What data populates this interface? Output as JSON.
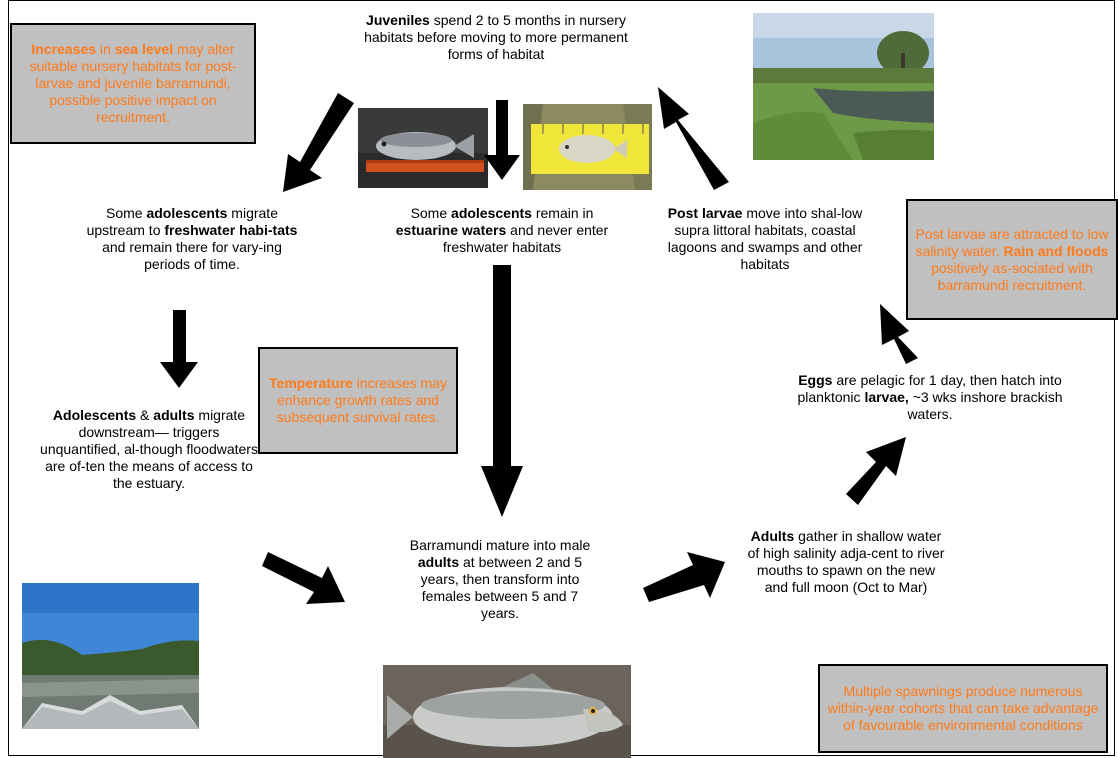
{
  "nodes": {
    "juveniles": {
      "bold": "Juveniles",
      "rest": " spend 2 to 5 months in nursery habitats before moving to more permanent forms of habitat"
    },
    "adolescents_fresh": {
      "p1": "Some ",
      "b1": "adolescents",
      "p2": " migrate upstream to ",
      "b2": "freshwater habi-tats",
      "p3": " and remain there for vary-ing periods of time."
    },
    "adolescents_estuarine": {
      "p1": "Some ",
      "b1": "adolescents",
      "p2": " remain in ",
      "b2": "estuarine waters",
      "p3": " and never enter freshwater habitats"
    },
    "post_larvae": {
      "bold": "Post larvae",
      "rest": " move into shal-low supra littoral habitats, coastal lagoons and swamps and other habitats"
    },
    "downstream": {
      "b1": "Adolescents",
      "p1": " & ",
      "b2": "adults",
      "p2": " migrate downstream— triggers unquantified, al-though floodwaters are of-ten the means of access to the estuary."
    },
    "mature": {
      "p1": "Barramundi mature into male ",
      "b1": "adults",
      "p2": " at between 2 and 5 years, then transform into females between 5 and 7 years."
    },
    "eggs": {
      "b1": "Eggs",
      "p1": " are pelagic for 1 day, then hatch into planktonic ",
      "b2": "larvae,",
      "p2": " ~3 wks inshore  brackish waters."
    },
    "adults_gather": {
      "b1": "Adults",
      "p1": " gather in shallow water of high salinity adja-cent to river mouths to spawn on the new and full moon (Oct to Mar)"
    }
  },
  "notes": {
    "sea_level": {
      "b1": "Increases",
      "p1": " in ",
      "b2": "sea level",
      "p2": " may alter suitable nursery habitats for post-larvae and juvenile barramundi, possible positive impact on recruitment."
    },
    "temperature": {
      "b1": "Temperature",
      "p1": " increases may  enhance growth rates and subsequent survival rates."
    },
    "post_larvae_salinity": {
      "p1": "Post larvae are attracted to low salinity water. ",
      "b1": "Rain and floods",
      "p2": " positively as-sociated with barramundi recruitment."
    },
    "spawnings": {
      "p1": "Multiple spawnings produce numerous within-year cohorts that can take advantage of favourable environmental conditions"
    }
  },
  "colors": {
    "note_text": "#ff7a1a",
    "note_bg": "#c0c0c0",
    "arrow": "#000000"
  },
  "photos": [
    "fish-on-ruler-photo",
    "juvenile-fish-on-yellow-ruler-photo",
    "swamp-creek-photo",
    "river-from-boat-photo",
    "adult-barramundi-photo"
  ]
}
